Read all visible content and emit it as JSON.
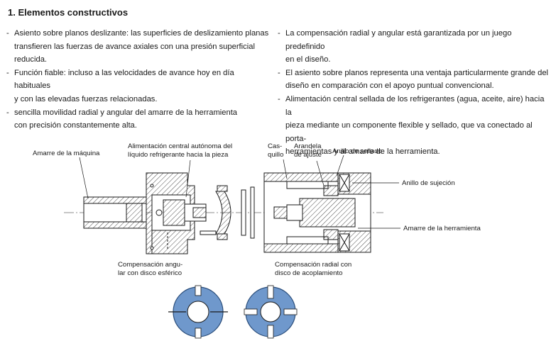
{
  "section": {
    "title": "1. Elementos constructivos"
  },
  "left_bullets": [
    {
      "marker": "-",
      "lines": [
        "Asiento sobre planos deslizante: las superficies de deslizamiento planas",
        "transfieren las fuerzas de avance axiales con una presión superficial",
        "reducida."
      ]
    },
    {
      "marker": "-",
      "lines": [
        "Función fiable: incluso a las velocidades de avance hoy en día habituales",
        "y con las elevadas fuerzas relacionadas."
      ]
    },
    {
      "marker": "-",
      "lines": [
        "sencilla movilidad radial y angular del amarre de la herramienta",
        "con precisión constantemente alta."
      ]
    }
  ],
  "right_bullets": [
    {
      "marker": "-",
      "lines": [
        "La compensación radial y angular está garantizada por un juego predefinido",
        "en el diseño."
      ]
    },
    {
      "marker": "-",
      "lines": [
        "El asiento sobre planos representa una ventaja particularmente grande del",
        "diseño en comparación con el apoyo puntual convencional."
      ]
    },
    {
      "marker": "-",
      "lines": [
        "Alimentación central sellada de los refrigerantes (agua, aceite, aire) hacia la",
        "pieza mediante un componente flexible y sellado, que va conectado al porta-",
        "herramientas y al amarre de la herramienta."
      ]
    }
  ],
  "figure": {
    "labels": {
      "machine_clamp": "Amarre de la máquina",
      "coolant_feed_l1": "Alimentación central autónoma del",
      "coolant_feed_l2": "líquido refrigerante hacia la pieza",
      "bushing_l1": "Cas-",
      "bushing_l2": "quillo",
      "washer_l1": "Arandela",
      "washer_l2": "de ajuste",
      "seal_ring": "Anillo de sellado",
      "clamping_ring": "Anillo de sujeción",
      "tool_clamp": "Amarre de la herramienta",
      "angular_comp_l1": "Compensación angu-",
      "angular_comp_l2": "lar con disco esférico",
      "radial_comp_l1": "Compensación radial con",
      "radial_comp_l2": "disco de acoplamiento"
    },
    "colors": {
      "disc_fill": "#6f98cc",
      "disc_stroke": "#2a4d7a",
      "line": "#1a1a1a"
    }
  }
}
